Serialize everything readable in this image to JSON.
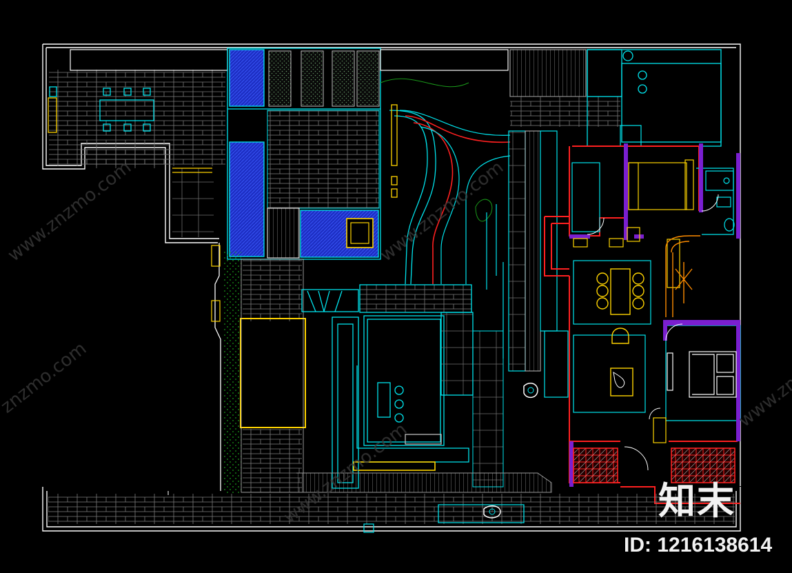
{
  "drawing": {
    "type": "CAD floor plan",
    "background": "#000000",
    "layer_colors": {
      "outline": "#ffffff",
      "landscape": "#00e5ee",
      "walls": "#ff2020",
      "furniture": "#ffd400",
      "pool_fill": "#1f3bd6",
      "wall_fill": "#8a2be2",
      "paving": "#9a9a9a",
      "lawn": "#1a9a1a"
    }
  },
  "watermark": {
    "logo_text": "知末",
    "id_text": "ID: 1216138614",
    "diagonal_text": "www.znzmo.com"
  }
}
